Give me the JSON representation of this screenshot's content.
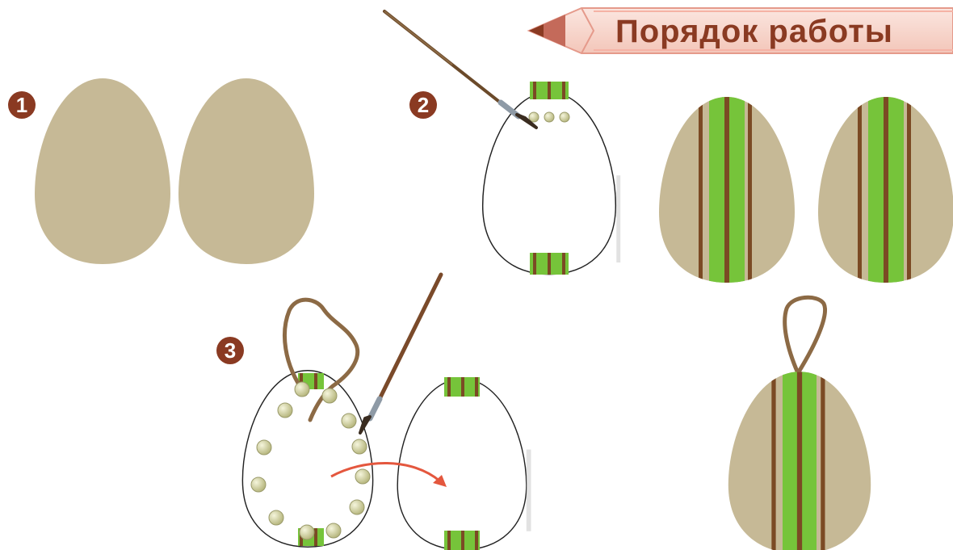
{
  "title": "Порядок  работы",
  "steps": [
    {
      "number": "1"
    },
    {
      "number": "2"
    },
    {
      "number": "3"
    }
  ],
  "colors": {
    "egg_fill": "#c6b996",
    "stripe_green": "#76c43a",
    "stripe_brown": "#7b4a24",
    "badge": "#8a3a22",
    "banner_text": "#8a3a22",
    "arrow": "#e4573e",
    "bead": "#d7d8a6"
  },
  "icons": [
    "pencil-banner-icon",
    "paintbrush-icon",
    "beads-icon",
    "curved-arrow-icon",
    "hanging-loop-icon"
  ]
}
